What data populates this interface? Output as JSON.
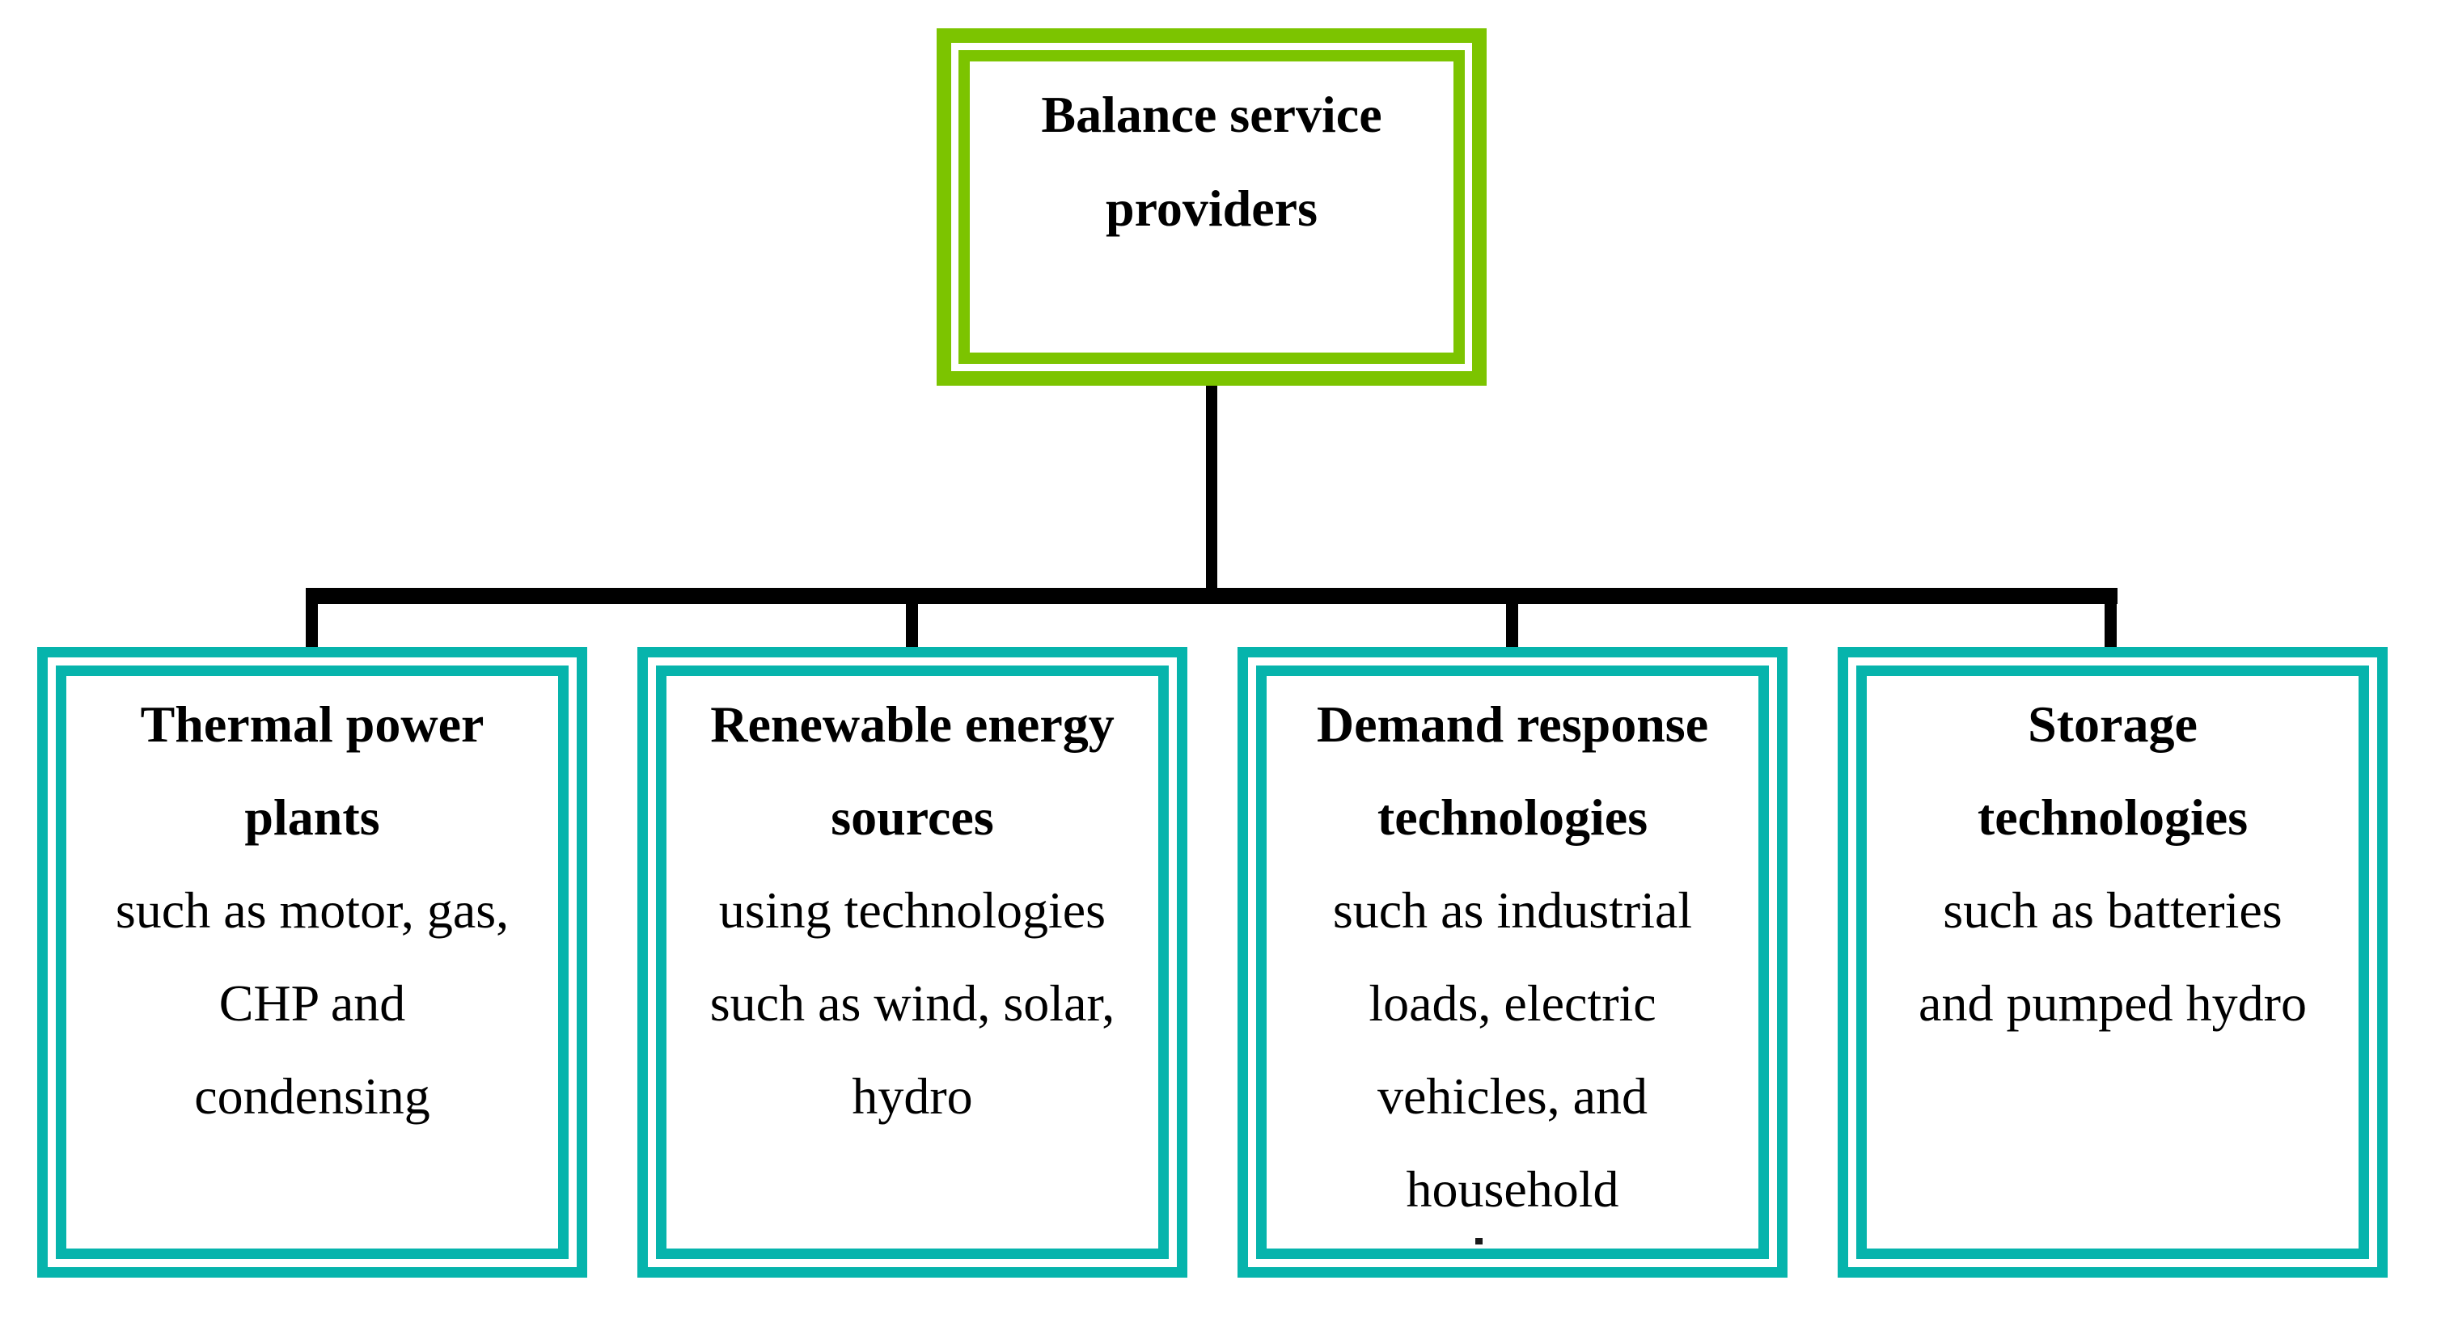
{
  "diagram": {
    "root": {
      "title": "Balance service providers",
      "lines": [
        "Balance service",
        "providers"
      ]
    },
    "children": [
      {
        "heading": "Thermal power plants",
        "description": "such as motor, gas, CHP and condensing",
        "heading_lines": [
          "Thermal power",
          "plants"
        ],
        "desc_lines": [
          "such as motor, gas,",
          "CHP and",
          "condensing"
        ]
      },
      {
        "heading": "Renewable energy sources",
        "description": "using technologies such as wind, solar, hydro",
        "heading_lines": [
          "Renewable energy",
          "sources"
        ],
        "desc_lines": [
          "using technologies",
          "such as wind, solar,",
          "hydro"
        ]
      },
      {
        "heading": "Demand response technologies",
        "description": "such as industrial loads, electric vehicles, and household",
        "heading_lines": [
          "Demand response",
          "technologies"
        ],
        "desc_lines": [
          "such as industrial",
          "loads, electric",
          "vehicles, and",
          "household"
        ]
      },
      {
        "heading": "Storage technologies",
        "description": "such as batteries and pumped hydro",
        "heading_lines": [
          "Storage",
          "technologies"
        ],
        "desc_lines": [
          "such as batteries",
          "and pumped hydro"
        ]
      }
    ],
    "colors": {
      "root_border": "#7cc400",
      "child_border": "#06b4ac",
      "connector": "#000000",
      "text": "#000000",
      "background": "#ffffff"
    }
  }
}
